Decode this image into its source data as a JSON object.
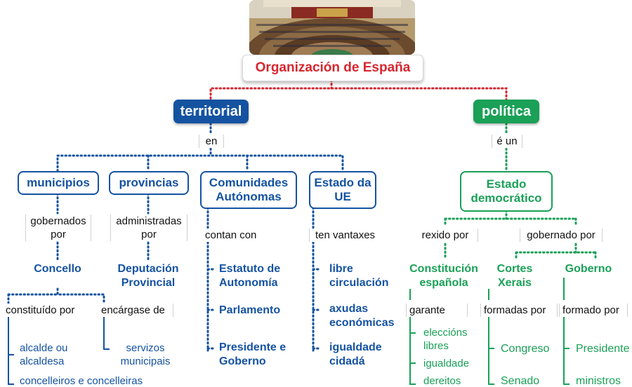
{
  "title": "Organización de España",
  "branches": {
    "territorial": "territorial",
    "politica": "política"
  },
  "links": {
    "en": "en",
    "e_un": "é un",
    "gobernados_por": "gobernados por",
    "administradas_por": "administradas por",
    "contan_con": "contan con",
    "ten_vantaxes": "ten vantaxes",
    "constituido_por": "constituído por",
    "encargase_de": "encárgase de",
    "rexido_por": "rexido por",
    "gobernado_por": "gobernado por",
    "garante": "garante",
    "formadas_por": "formadas por",
    "formado_por": "formado por"
  },
  "territorial": {
    "municipios": "municipios",
    "provincias": "provincias",
    "comunidades": "Comunidades Autónomas",
    "estado_ue": "Estado da UE",
    "concello": "Concello",
    "deputacion": "Deputación Provincial",
    "alcalde": "alcalde ou alcaldesa",
    "concelleiros": "concelleiros e concelleiras",
    "servizos": "servizos municipais",
    "estatuto": "Estatuto de Autonomía",
    "parlamento": "Parlamento",
    "presidente_goberno": "Presidente e Goberno",
    "libre_circulacion": "libre circulación",
    "axudas": "axudas económicas",
    "igualdade_cidada": "igualdade cidadá"
  },
  "politica": {
    "estado_democratico": "Estado democrático",
    "constitucion": "Constitución española",
    "cortes": "Cortes Xerais",
    "goberno": "Goberno",
    "eleccions": "eleccións libres",
    "igualdade": "igualdade",
    "dereitos": "dereitos",
    "congreso": "Congreso",
    "senado": "Senado",
    "presidente": "Presidente",
    "ministros": "ministros"
  },
  "colors": {
    "blue": "#1553a1",
    "green": "#1aa057",
    "red": "#d7262f"
  }
}
